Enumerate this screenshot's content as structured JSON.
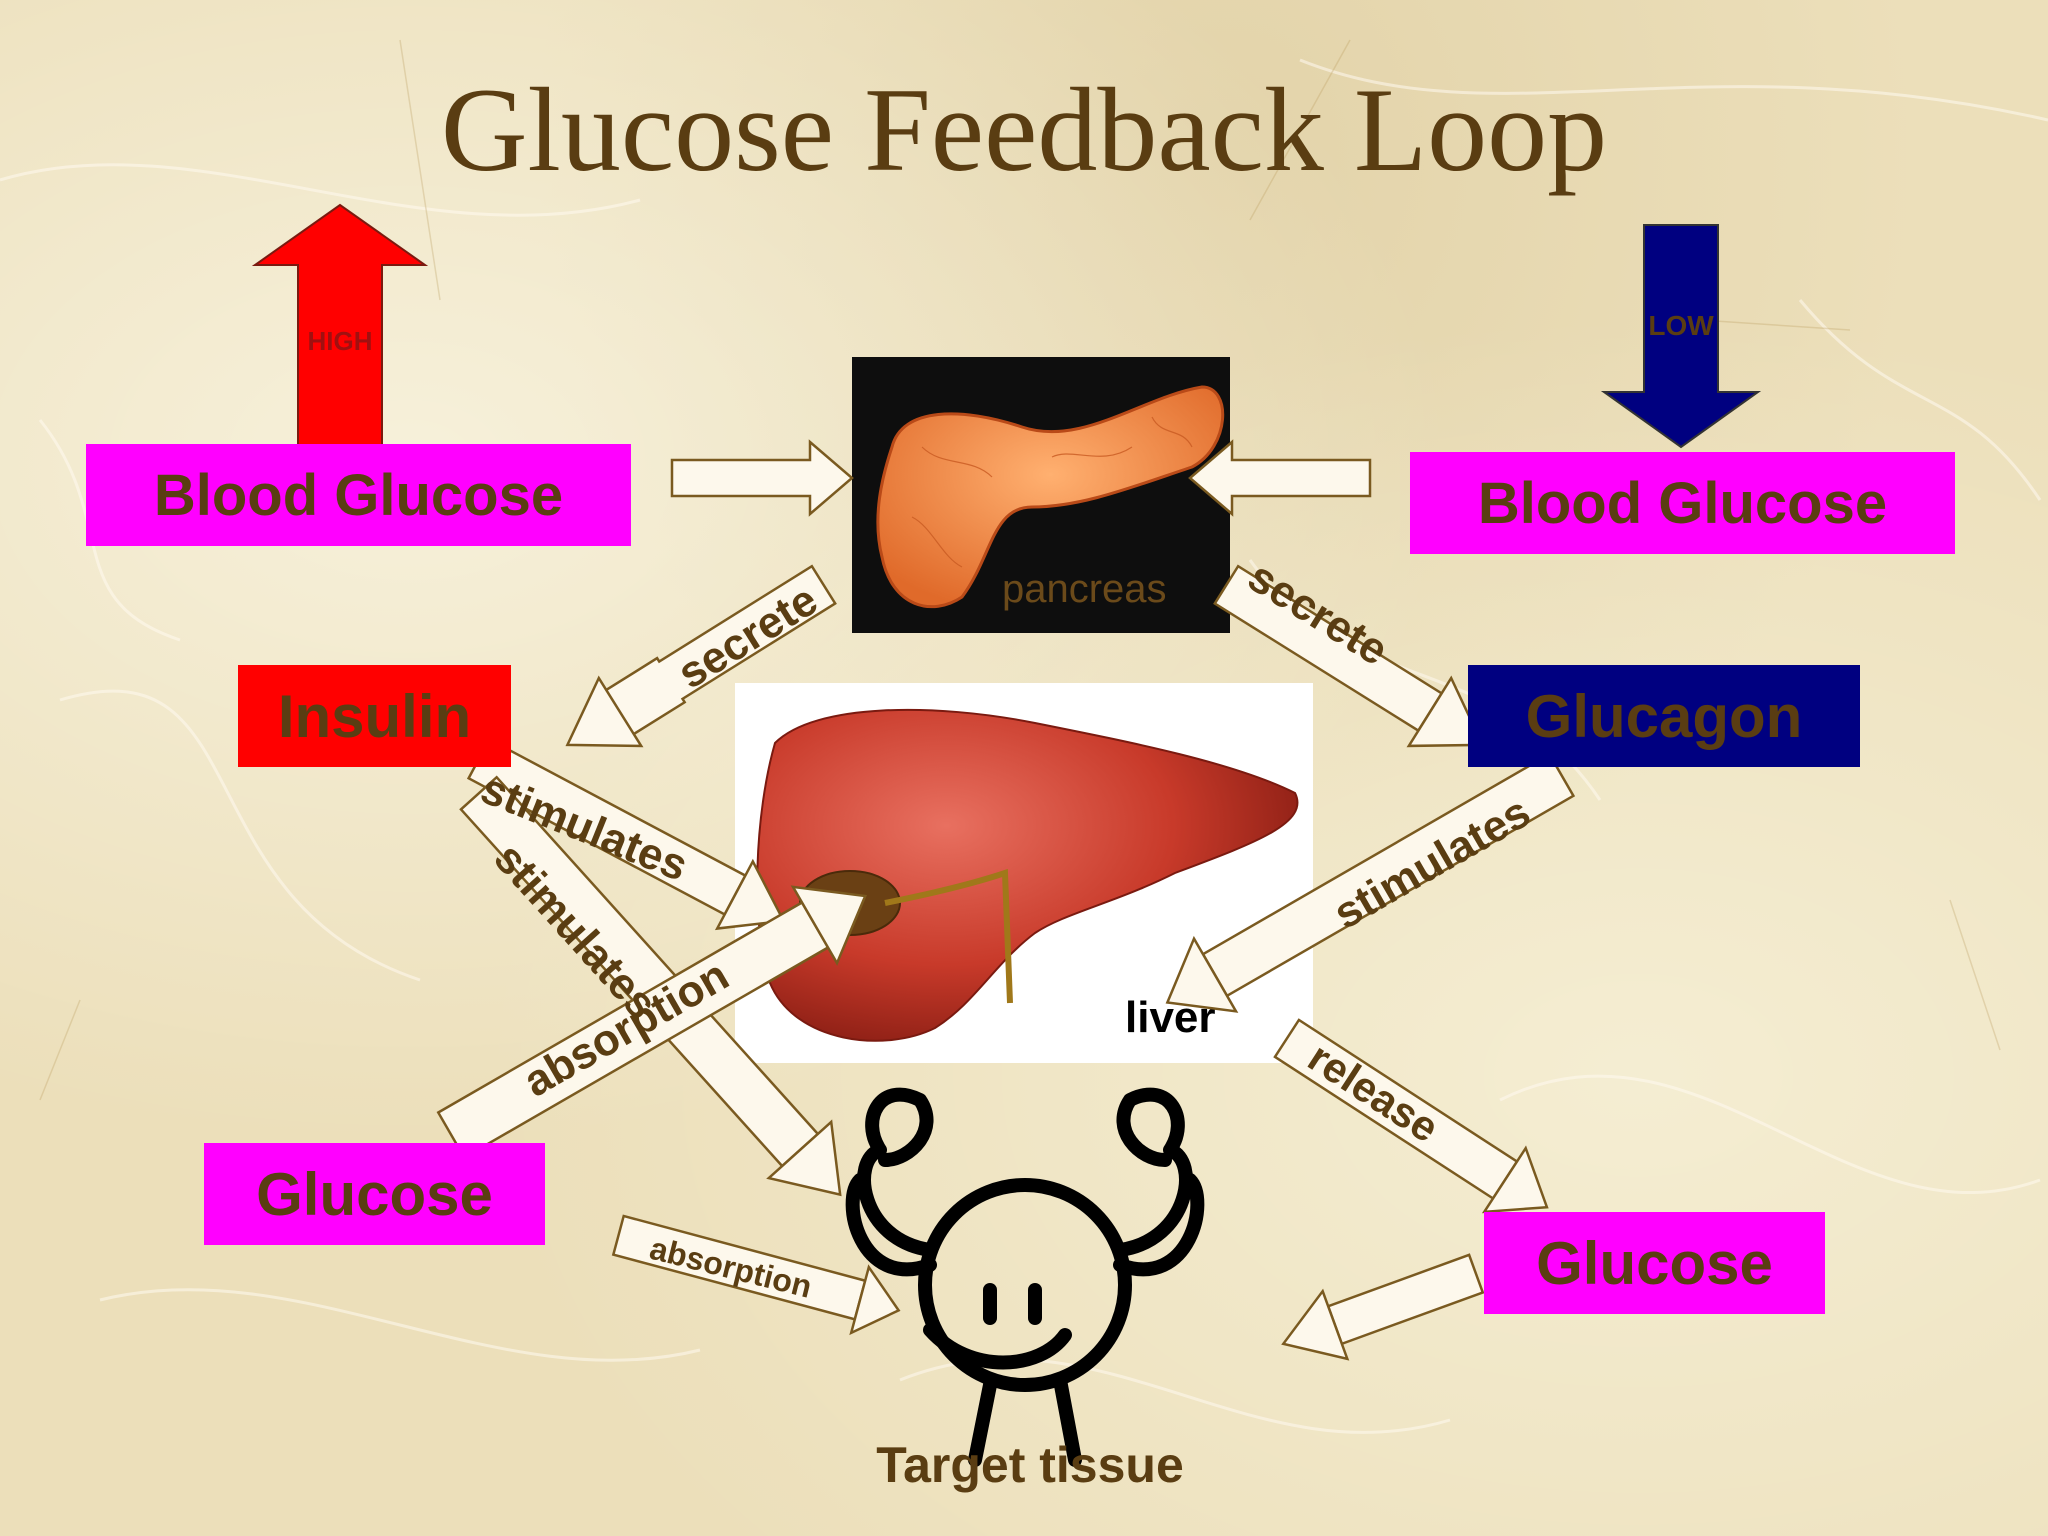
{
  "title": "Glucose Feedback Loop",
  "high_label": "HIGH",
  "low_label": "LOW",
  "blood_glucose_left": "Blood Glucose",
  "blood_glucose_right": "Blood Glucose",
  "pancreas_label": "pancreas",
  "insulin_label": "Insulin",
  "glucagon_label": "Glucagon",
  "liver_label": "liver",
  "glucose_left": "Glucose",
  "glucose_right": "Glucose",
  "target_tissue_label": "Target tissue",
  "arrow_labels": {
    "secrete_left": "secrete",
    "secrete_right": "secrete",
    "stimulates_insulin_liver": "stimulates",
    "stimulates_insulin_tissue": "stimulates",
    "stimulates_glucagon_liver": "stimulates",
    "absorption_liver": "absorption",
    "absorption_tissue": "absorption",
    "release": "release"
  },
  "colors": {
    "magenta_box": "#ff00ff",
    "insulin_red": "#ff0000",
    "glucagon_navy": "#000080",
    "text_brown": "#5a3d12",
    "high_arrow": "#ff0000",
    "low_arrow": "#000080"
  }
}
